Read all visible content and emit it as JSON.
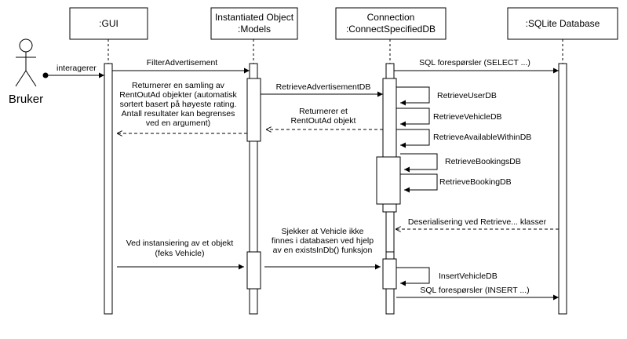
{
  "colors": {
    "line": "#000000",
    "background": "#ffffff"
  },
  "actor": {
    "label": "Bruker"
  },
  "participants": {
    "gui": {
      "label": ":GUI"
    },
    "models": {
      "line1": "Instantiated Object",
      "line2": ":Models"
    },
    "connection": {
      "line1": "Connection",
      "line2": ":ConnectSpecifiedDB"
    },
    "database": {
      "label": ":SQLite Database"
    }
  },
  "messages": {
    "interagerer": "interagerer",
    "filter": "FilterAdvertisement",
    "retrieve_adv": "RetrieveAdvertisementDB",
    "sql_select": "SQL forespørsler (SELECT ...)",
    "ret_collection": [
      "Returnerer en samling av",
      "RentOutAd objekter (automatisk",
      "sortert basert på høyeste rating.",
      "Antall resultater kan begrenses",
      "ved en argument)"
    ],
    "ret_rentout": [
      "Returnerer et",
      "RentOutAd objekt"
    ],
    "retrieve_user": "RetrieveUserDB",
    "retrieve_vehicle": "RetrieveVehicleDB",
    "retrieve_available": "RetrieveAvailableWithinDB",
    "retrieve_bookings": "RetrieveBookingsDB",
    "retrieve_booking": "RetrieveBookingDB",
    "deserialize": "Deserialisering ved Retrieve... klasser",
    "instantiate": [
      "Ved instansiering av et objekt",
      "(feks Vehicle)"
    ],
    "check_exists": [
      "Sjekker at Vehicle ikke",
      "finnes i databasen ved hjelp",
      "av en existsInDb() funksjon"
    ],
    "insert_vehicle": "InsertVehicleDB",
    "sql_insert": "SQL forespørsler (INSERT ...)"
  }
}
